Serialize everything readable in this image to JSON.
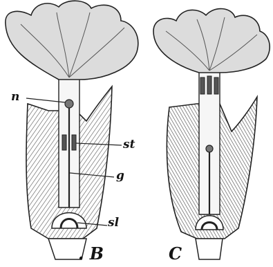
{
  "figure": {
    "labels": {
      "n": "n",
      "st": "st",
      "g": "g",
      "sl": "sl",
      "B": ". B",
      "C": "C"
    },
    "colors": {
      "ink": "#141414",
      "paper": "#ffffff",
      "shade": "#d4d4d4"
    }
  }
}
